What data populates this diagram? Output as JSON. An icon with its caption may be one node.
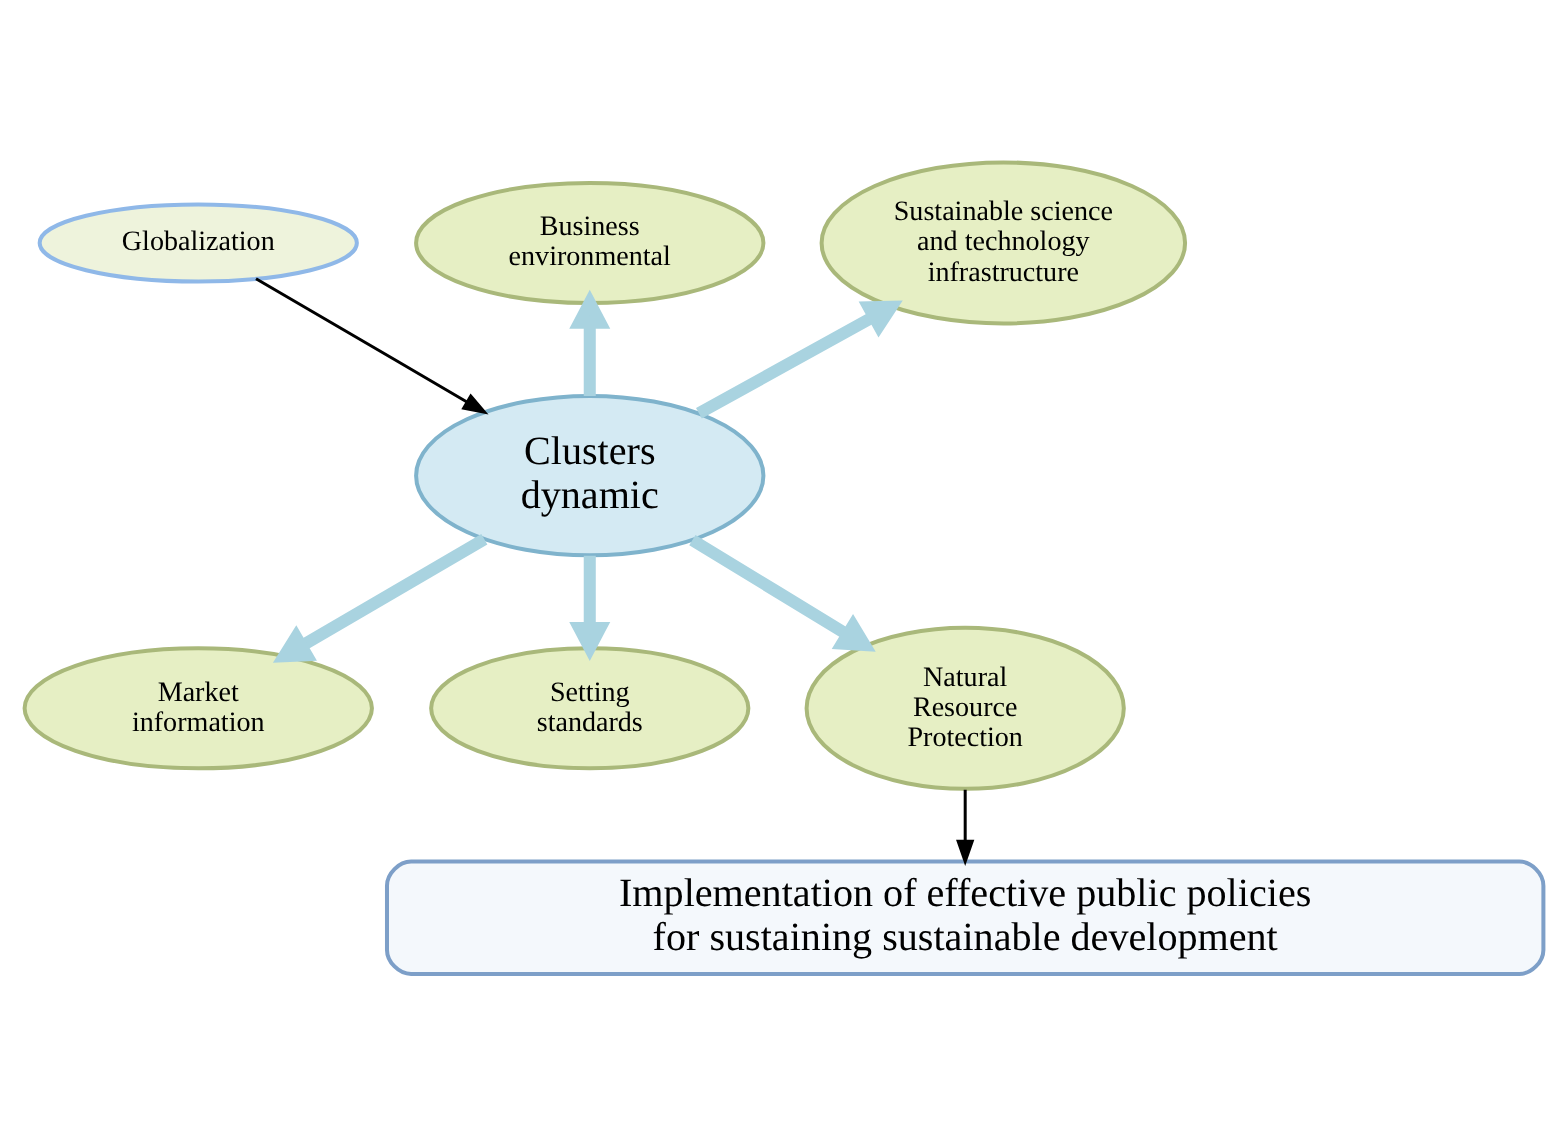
{
  "diagram": {
    "nodes": [
      {
        "text": [
          "Globalization"
        ]
      },
      {
        "text": [
          "Business environmental"
        ]
      },
      {
        "text": [
          "Sustainable science and technology infrastructure"
        ]
      },
      {
        "text": [
          "Market information"
        ]
      },
      {
        "text": [
          "Clusters dynamic"
        ]
      },
      {
        "text": [
          "Setting standards"
        ]
      },
      {
        "text": [
          "Natural Resource Protection"
        ]
      },
      {
        "text": [
          "Implementation of effective public policies for sustaining sustainable development"
        ]
      }
    ],
    "edges": [
      {
        "from": 0,
        "to": 4,
        "arrow": "to",
        "color": "#000000"
      },
      {
        "from": 4,
        "to": 1,
        "arrow": "to"
      },
      {
        "from": 4,
        "to": 2,
        "arrow": "to"
      },
      {
        "from": 4,
        "to": 3,
        "arrow": "to"
      },
      {
        "from": 4,
        "to": 5,
        "arrow": "to"
      },
      {
        "from": 4,
        "to": 6,
        "arrow": "to"
      },
      {
        "from": 6,
        "to": 7,
        "arrow": "to",
        "color": "#000000"
      }
    ]
  }
}
